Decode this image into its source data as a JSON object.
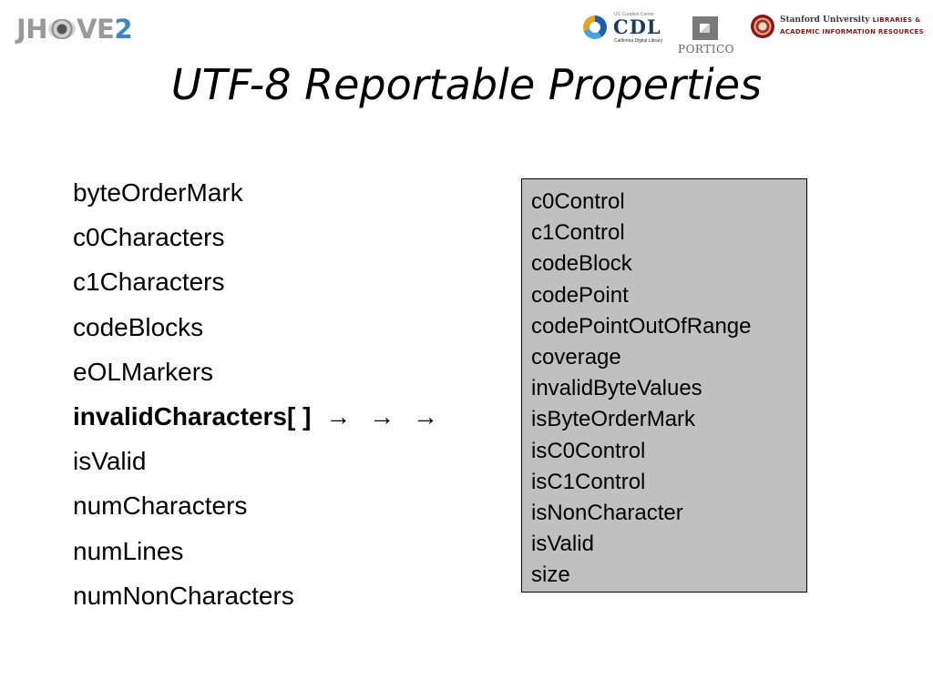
{
  "logos": {
    "jhove": {
      "left": "JH",
      "right": "VE",
      "number": "2"
    },
    "cdl": {
      "top_text": "UC Curation Center",
      "name": "CDL",
      "sub_text": "California Digital Library"
    },
    "portico": {
      "name": "PORTICO"
    },
    "stanford": {
      "name": "Stanford University",
      "line1_tail": "LIBRARIES &",
      "line2": "ACADEMIC INFORMATION RESOURCES"
    }
  },
  "title": "UTF-8 Reportable Properties",
  "properties": [
    {
      "label": "byteOrderMark",
      "bold": false
    },
    {
      "label": "c0Characters",
      "bold": false
    },
    {
      "label": "c1Characters",
      "bold": false
    },
    {
      "label": "codeBlocks",
      "bold": false
    },
    {
      "label": "eOLMarkers",
      "bold": false
    },
    {
      "label": "invalidCharacters[ ]",
      "bold": true,
      "arrows": "→ → →"
    },
    {
      "label": "isValid",
      "bold": false
    },
    {
      "label": "numCharacters",
      "bold": false
    },
    {
      "label": "numLines",
      "bold": false
    },
    {
      "label": "numNonCharacters",
      "bold": false
    }
  ],
  "invalid_character_properties": [
    "c0Control",
    "c1Control",
    "codeBlock",
    "codePoint",
    "codePointOutOfRange",
    "coverage",
    "invalidByteValues",
    "isByteOrderMark",
    "isC0Control",
    "isC1Control",
    "isNonCharacter",
    "isValid",
    "size"
  ],
  "colors": {
    "box_background": "#c0c0c0",
    "jhove_blue": "#3d86c6",
    "stanford_red": "#8c1515"
  }
}
